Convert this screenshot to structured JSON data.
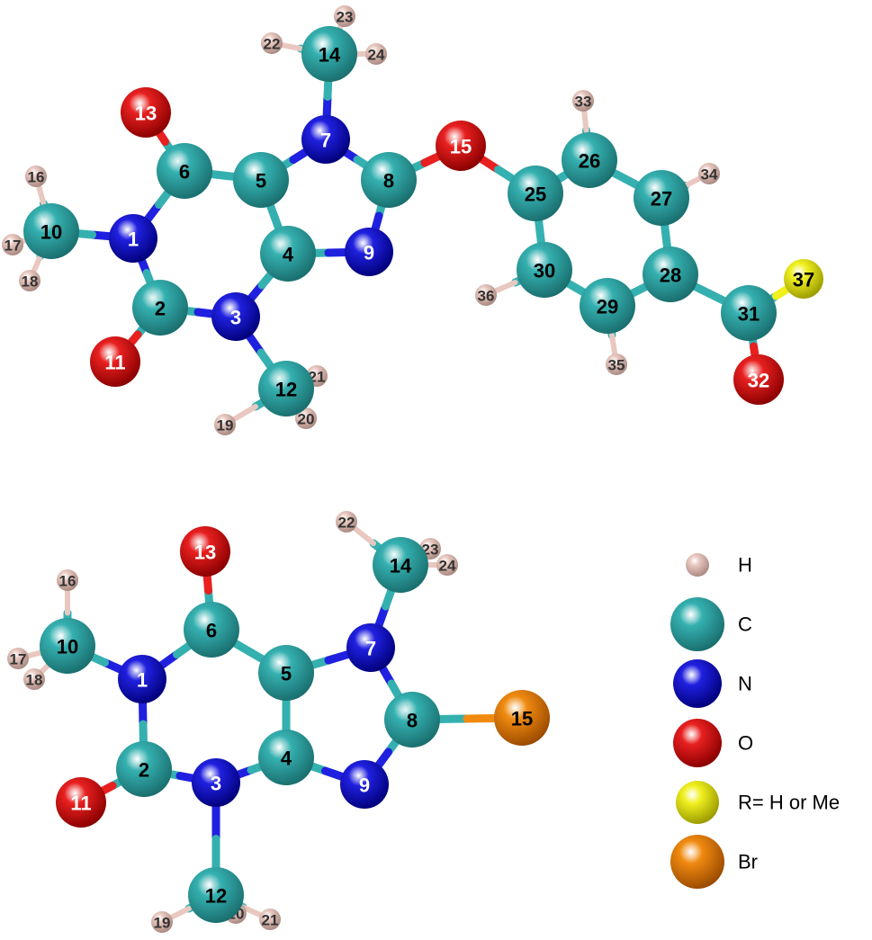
{
  "element_styles": {
    "H": {
      "color": "#e8c8c0",
      "dark": "#a88880",
      "label_color": "#333333"
    },
    "C": {
      "color": "#35b0b0",
      "dark": "#1a6e6e",
      "label_color": "#000000"
    },
    "N": {
      "color": "#2020e0",
      "dark": "#00007a",
      "label_color": "#ffffff"
    },
    "O": {
      "color": "#e82020",
      "dark": "#8a0000",
      "label_color": "#ffffff"
    },
    "R": {
      "color": "#f0f020",
      "dark": "#9a9a00",
      "label_color": "#000000"
    },
    "Br": {
      "color": "#f08a10",
      "dark": "#9a4a00",
      "label_color": "#000000"
    }
  },
  "molecules": [
    {
      "id": "top-molecule",
      "atoms": [
        {
          "label": "1",
          "el": "N"
        },
        {
          "label": "2",
          "el": "C"
        },
        {
          "label": "3",
          "el": "N"
        },
        {
          "label": "4",
          "el": "C"
        },
        {
          "label": "5",
          "el": "C"
        },
        {
          "label": "6",
          "el": "C"
        },
        {
          "label": "7",
          "el": "N"
        },
        {
          "label": "8",
          "el": "C"
        },
        {
          "label": "9",
          "el": "N"
        },
        {
          "label": "10",
          "el": "C"
        },
        {
          "label": "11",
          "el": "O"
        },
        {
          "label": "12",
          "el": "C"
        },
        {
          "label": "13",
          "el": "O"
        },
        {
          "label": "14",
          "el": "C"
        },
        {
          "label": "15",
          "el": "O"
        },
        {
          "label": "16",
          "el": "H"
        },
        {
          "label": "17",
          "el": "H"
        },
        {
          "label": "18",
          "el": "H"
        },
        {
          "label": "19",
          "el": "H"
        },
        {
          "label": "20",
          "el": "H"
        },
        {
          "label": "21",
          "el": "H"
        },
        {
          "label": "22",
          "el": "H"
        },
        {
          "label": "23",
          "el": "H"
        },
        {
          "label": "24",
          "el": "H"
        },
        {
          "label": "25",
          "el": "C"
        },
        {
          "label": "26",
          "el": "C"
        },
        {
          "label": "27",
          "el": "C"
        },
        {
          "label": "28",
          "el": "C"
        },
        {
          "label": "29",
          "el": "C"
        },
        {
          "label": "30",
          "el": "C"
        },
        {
          "label": "31",
          "el": "C"
        },
        {
          "label": "32",
          "el": "O"
        },
        {
          "label": "33",
          "el": "H"
        },
        {
          "label": "34",
          "el": "H"
        },
        {
          "label": "35",
          "el": "H"
        },
        {
          "label": "36",
          "el": "H"
        },
        {
          "label": "37",
          "el": "R"
        }
      ],
      "bonds": [
        [
          "1",
          "6"
        ],
        [
          "1",
          "2"
        ],
        [
          "1",
          "10"
        ],
        [
          "2",
          "3"
        ],
        [
          "2",
          "11"
        ],
        [
          "3",
          "4"
        ],
        [
          "3",
          "12"
        ],
        [
          "4",
          "5"
        ],
        [
          "4",
          "9"
        ],
        [
          "5",
          "6"
        ],
        [
          "5",
          "7"
        ],
        [
          "6",
          "13"
        ],
        [
          "7",
          "8"
        ],
        [
          "7",
          "14"
        ],
        [
          "8",
          "9"
        ],
        [
          "8",
          "15"
        ],
        [
          "15",
          "25"
        ],
        [
          "25",
          "26"
        ],
        [
          "25",
          "30"
        ],
        [
          "26",
          "27"
        ],
        [
          "27",
          "28"
        ],
        [
          "28",
          "29"
        ],
        [
          "29",
          "30"
        ],
        [
          "28",
          "31"
        ],
        [
          "31",
          "32"
        ],
        [
          "31",
          "37"
        ],
        [
          "26",
          "33"
        ],
        [
          "27",
          "34"
        ],
        [
          "29",
          "35"
        ],
        [
          "30",
          "36"
        ],
        [
          "10",
          "16"
        ],
        [
          "10",
          "17"
        ],
        [
          "10",
          "18"
        ],
        [
          "12",
          "19"
        ],
        [
          "12",
          "20"
        ],
        [
          "12",
          "21"
        ],
        [
          "14",
          "22"
        ],
        [
          "14",
          "23"
        ],
        [
          "14",
          "24"
        ]
      ]
    },
    {
      "id": "bottom-molecule",
      "atoms": [
        {
          "label": "1",
          "el": "N"
        },
        {
          "label": "2",
          "el": "C"
        },
        {
          "label": "3",
          "el": "N"
        },
        {
          "label": "4",
          "el": "C"
        },
        {
          "label": "5",
          "el": "C"
        },
        {
          "label": "6",
          "el": "C"
        },
        {
          "label": "7",
          "el": "N"
        },
        {
          "label": "8",
          "el": "C"
        },
        {
          "label": "9",
          "el": "N"
        },
        {
          "label": "10",
          "el": "C"
        },
        {
          "label": "11",
          "el": "O"
        },
        {
          "label": "12",
          "el": "C"
        },
        {
          "label": "13",
          "el": "O"
        },
        {
          "label": "14",
          "el": "C"
        },
        {
          "label": "15",
          "el": "Br"
        },
        {
          "label": "16",
          "el": "H"
        },
        {
          "label": "17",
          "el": "H"
        },
        {
          "label": "18",
          "el": "H"
        },
        {
          "label": "19",
          "el": "H"
        },
        {
          "label": "20",
          "el": "H"
        },
        {
          "label": "21",
          "el": "H"
        },
        {
          "label": "22",
          "el": "H"
        },
        {
          "label": "23",
          "el": "H"
        },
        {
          "label": "24",
          "el": "H"
        }
      ],
      "bonds": [
        [
          "1",
          "6"
        ],
        [
          "1",
          "2"
        ],
        [
          "1",
          "10"
        ],
        [
          "2",
          "3"
        ],
        [
          "2",
          "11"
        ],
        [
          "3",
          "4"
        ],
        [
          "3",
          "12"
        ],
        [
          "4",
          "5"
        ],
        [
          "4",
          "9"
        ],
        [
          "5",
          "6"
        ],
        [
          "5",
          "7"
        ],
        [
          "6",
          "13"
        ],
        [
          "7",
          "8"
        ],
        [
          "7",
          "14"
        ],
        [
          "8",
          "9"
        ],
        [
          "8",
          "15"
        ],
        [
          "10",
          "16"
        ],
        [
          "10",
          "17"
        ],
        [
          "10",
          "18"
        ],
        [
          "12",
          "19"
        ],
        [
          "12",
          "20"
        ],
        [
          "12",
          "21"
        ],
        [
          "14",
          "22"
        ],
        [
          "14",
          "23"
        ],
        [
          "14",
          "24"
        ]
      ]
    }
  ],
  "legend": [
    {
      "el": "H",
      "text": "H"
    },
    {
      "el": "C",
      "text": "C"
    },
    {
      "el": "N",
      "text": "N"
    },
    {
      "el": "O",
      "text": "O"
    },
    {
      "el": "R",
      "text": "R= H or Me"
    },
    {
      "el": "Br",
      "text": "Br"
    }
  ]
}
